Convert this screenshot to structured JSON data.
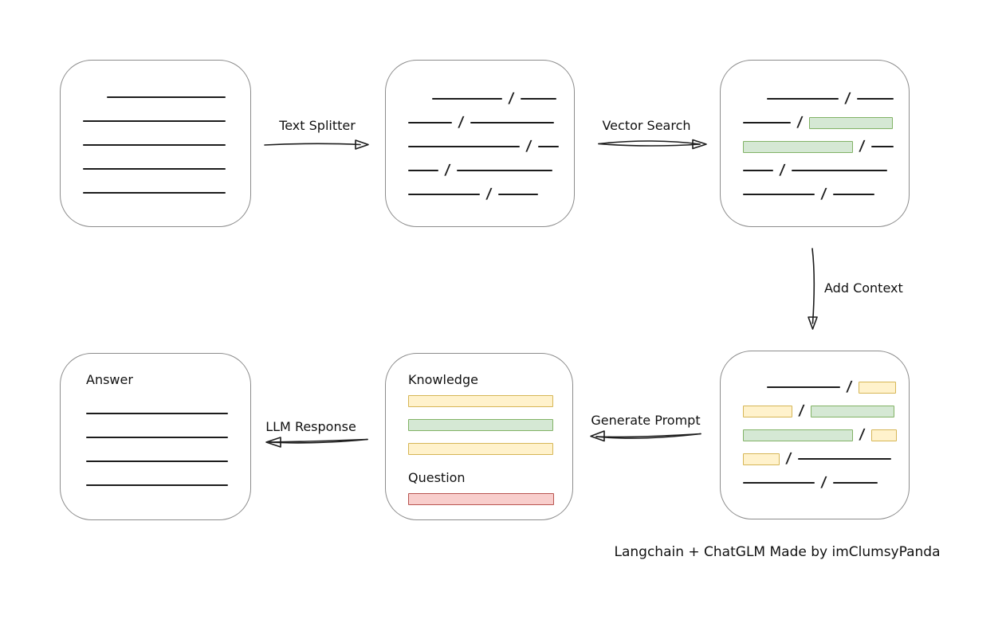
{
  "caption": "Langchain + ChatGLM Made by imClumsyPanda",
  "slash_char": "/",
  "arrows": {
    "text_splitter": "Text Splitter",
    "vector_search": "Vector Search",
    "add_context": "Add Context",
    "generate_prompt": "Generate Prompt",
    "llm_response": "LLM Response"
  },
  "colors": {
    "line": "#1c1c1c",
    "box_border": "#8c8c8c",
    "green_fill": "#d5e8d4",
    "green_stroke": "#82b366",
    "yellow_fill": "#fff2cc",
    "yellow_stroke": "#d6b656",
    "red_fill": "#f8cecc",
    "red_stroke": "#b85450"
  },
  "boxes": {
    "document": {
      "rows": [
        {
          "indent": 30,
          "segs": [
            {
              "t": "line",
              "w": 149
            }
          ]
        },
        {
          "segs": [
            {
              "t": "line",
              "w": 179
            }
          ]
        },
        {
          "segs": [
            {
              "t": "line",
              "w": 179
            }
          ]
        },
        {
          "segs": [
            {
              "t": "line",
              "w": 179
            }
          ]
        },
        {
          "segs": [
            {
              "t": "line",
              "w": 179
            }
          ]
        }
      ]
    },
    "chunks": {
      "rows": [
        {
          "indent": 30,
          "segs": [
            {
              "t": "line",
              "w": 88
            },
            {
              "t": "slash"
            },
            {
              "t": "line",
              "w": 45
            }
          ]
        },
        {
          "segs": [
            {
              "t": "line",
              "w": 55
            },
            {
              "t": "slash"
            },
            {
              "t": "line",
              "w": 105
            }
          ]
        },
        {
          "segs": [
            {
              "t": "line",
              "w": 140
            },
            {
              "t": "slash"
            },
            {
              "t": "line",
              "w": 26
            }
          ]
        },
        {
          "segs": [
            {
              "t": "line",
              "w": 38
            },
            {
              "t": "slash"
            },
            {
              "t": "line",
              "w": 120
            }
          ]
        },
        {
          "segs": [
            {
              "t": "line",
              "w": 90
            },
            {
              "t": "slash"
            },
            {
              "t": "line",
              "w": 50
            }
          ]
        }
      ]
    },
    "search_result": {
      "rows": [
        {
          "indent": 30,
          "segs": [
            {
              "t": "line",
              "w": 90
            },
            {
              "t": "slash"
            },
            {
              "t": "line",
              "w": 46
            }
          ]
        },
        {
          "segs": [
            {
              "t": "line",
              "w": 60
            },
            {
              "t": "slash"
            },
            {
              "t": "chip-green",
              "w": 105
            }
          ]
        },
        {
          "segs": [
            {
              "t": "chip-green",
              "w": 138
            },
            {
              "t": "slash"
            },
            {
              "t": "line",
              "w": 28
            }
          ]
        },
        {
          "segs": [
            {
              "t": "line",
              "w": 38
            },
            {
              "t": "slash"
            },
            {
              "t": "line",
              "w": 120
            }
          ]
        },
        {
          "segs": [
            {
              "t": "line",
              "w": 90
            },
            {
              "t": "slash"
            },
            {
              "t": "line",
              "w": 52
            }
          ]
        }
      ]
    },
    "context_result": {
      "rows": [
        {
          "indent": 30,
          "segs": [
            {
              "t": "line",
              "w": 92
            },
            {
              "t": "slash"
            },
            {
              "t": "chip-yellow",
              "w": 47
            }
          ]
        },
        {
          "segs": [
            {
              "t": "chip-yellow",
              "w": 62
            },
            {
              "t": "slash"
            },
            {
              "t": "chip-green",
              "w": 105
            }
          ]
        },
        {
          "segs": [
            {
              "t": "chip-green",
              "w": 138
            },
            {
              "t": "slash"
            },
            {
              "t": "chip-yellow",
              "w": 32
            }
          ]
        },
        {
          "segs": [
            {
              "t": "chip-yellow",
              "w": 46
            },
            {
              "t": "slash"
            },
            {
              "t": "line",
              "w": 117
            }
          ]
        },
        {
          "segs": [
            {
              "t": "line",
              "w": 90
            },
            {
              "t": "slash"
            },
            {
              "t": "line",
              "w": 56
            }
          ]
        }
      ]
    },
    "prompt": {
      "knowledge_label": "Knowledge",
      "question_label": "Question",
      "knowledge_bars": [
        {
          "segs": [
            {
              "t": "chip-yellow",
              "w": 182
            }
          ]
        },
        {
          "segs": [
            {
              "t": "chip-green",
              "w": 182
            }
          ]
        },
        {
          "segs": [
            {
              "t": "chip-yellow",
              "w": 182
            }
          ]
        }
      ],
      "question_bars": [
        {
          "segs": [
            {
              "t": "chip-red",
              "w": 183
            }
          ]
        }
      ]
    },
    "answer": {
      "title": "Answer",
      "rows": [
        {
          "segs": [
            {
              "t": "line",
              "w": 178
            }
          ]
        },
        {
          "segs": [
            {
              "t": "line",
              "w": 178
            }
          ]
        },
        {
          "segs": [
            {
              "t": "line",
              "w": 178
            }
          ]
        },
        {
          "segs": [
            {
              "t": "line",
              "w": 178
            }
          ]
        }
      ]
    }
  }
}
